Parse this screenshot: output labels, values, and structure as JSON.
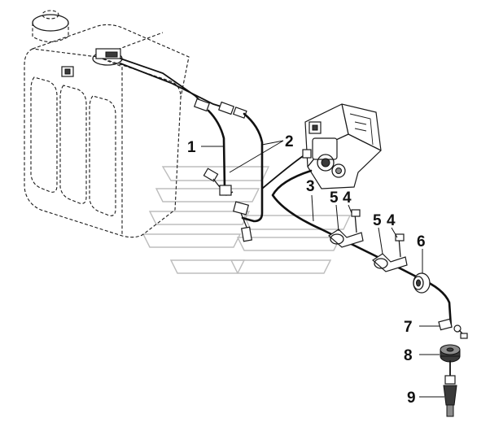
{
  "callouts": {
    "c1": "1",
    "c2": "2",
    "c3": "3",
    "c4a": "4",
    "c4b": "4",
    "c5a": "5",
    "c5b": "5",
    "c6": "6",
    "c7": "7",
    "c8": "8",
    "c9": "9"
  }
}
